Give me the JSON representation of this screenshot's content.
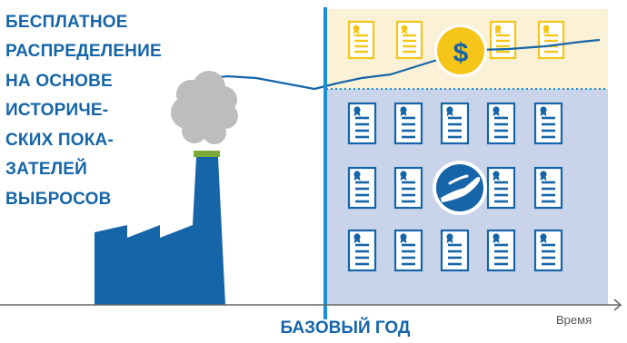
{
  "title_lines": [
    "БЕСПЛАТНОЕ",
    "РАСПРЕДЕЛЕНИЕ",
    "НА ОСНОВЕ",
    "ИСТОРИЧЕ-",
    "СКИХ ПОКА-",
    "ЗАТЕЛЕЙ",
    "ВЫБРОСОВ"
  ],
  "base_year_label": "БАЗОВЫЙ ГОД",
  "time_axis_label": "Время",
  "icons": {
    "factory": "factory-icon",
    "smoke": "smoke-cloud-icon",
    "coin": "dollar-coin-icon",
    "free_allocation": "hand-icon",
    "certificate": "certificate-icon"
  },
  "colors": {
    "text_blue": "#1565a8",
    "factory_blue": "#1565a8",
    "smoke_grey": "#bdbdbd",
    "chimney_band": "#7cab3a",
    "auction_zone": "#fbf1d6",
    "free_zone": "#c9d3ea",
    "gold": "#f5c518",
    "base_year_line": "#1a8fd6",
    "emission_line": "#1565a8",
    "axis": "#666666"
  }
}
